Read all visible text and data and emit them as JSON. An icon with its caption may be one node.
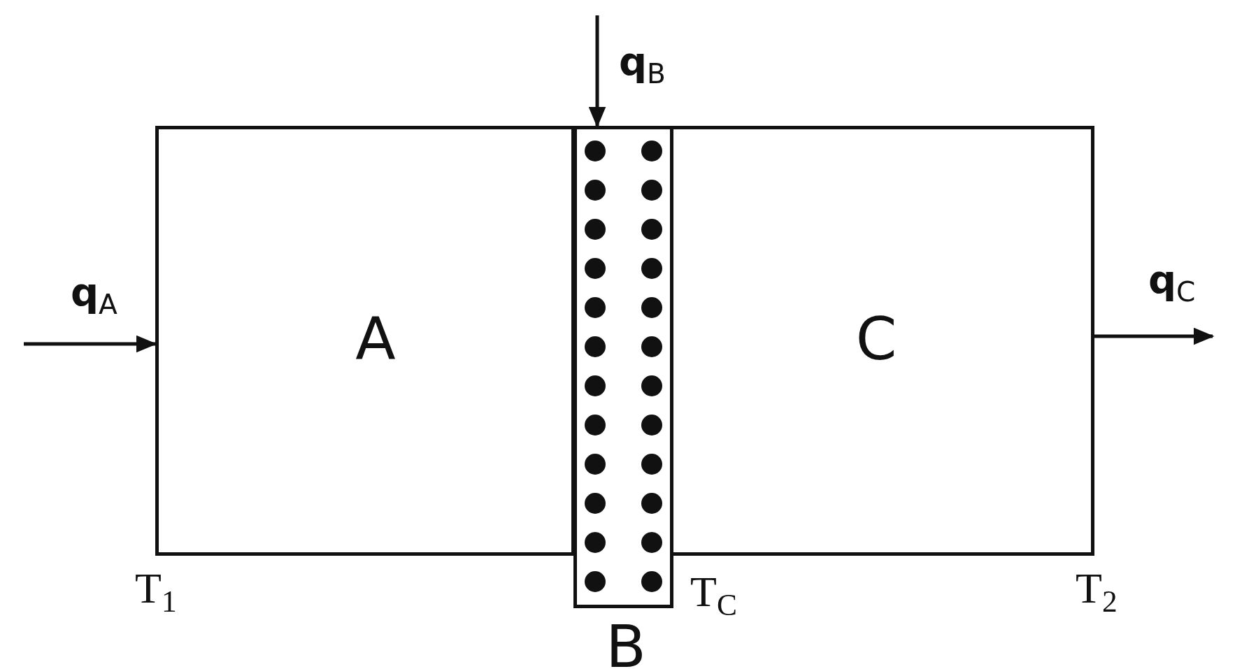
{
  "diagram": {
    "nodes": [
      {
        "text": [
          "A"
        ]
      },
      {
        "text": [
          "B"
        ]
      },
      {
        "text": [
          "C"
        ]
      }
    ],
    "edges": [
      {
        "from": null,
        "to": 0,
        "arrow": "to",
        "label": "q$_{A}$"
      },
      {
        "from": null,
        "to": 1,
        "arrow": "to",
        "label": "q$_{B}$"
      },
      {
        "from": 2,
        "to": null,
        "arrow": "to",
        "label": "q$_{C}$"
      }
    ],
    "labels": [
      "T$_{1}$",
      "T$_{C}$",
      "T$_{2}$"
    ]
  }
}
